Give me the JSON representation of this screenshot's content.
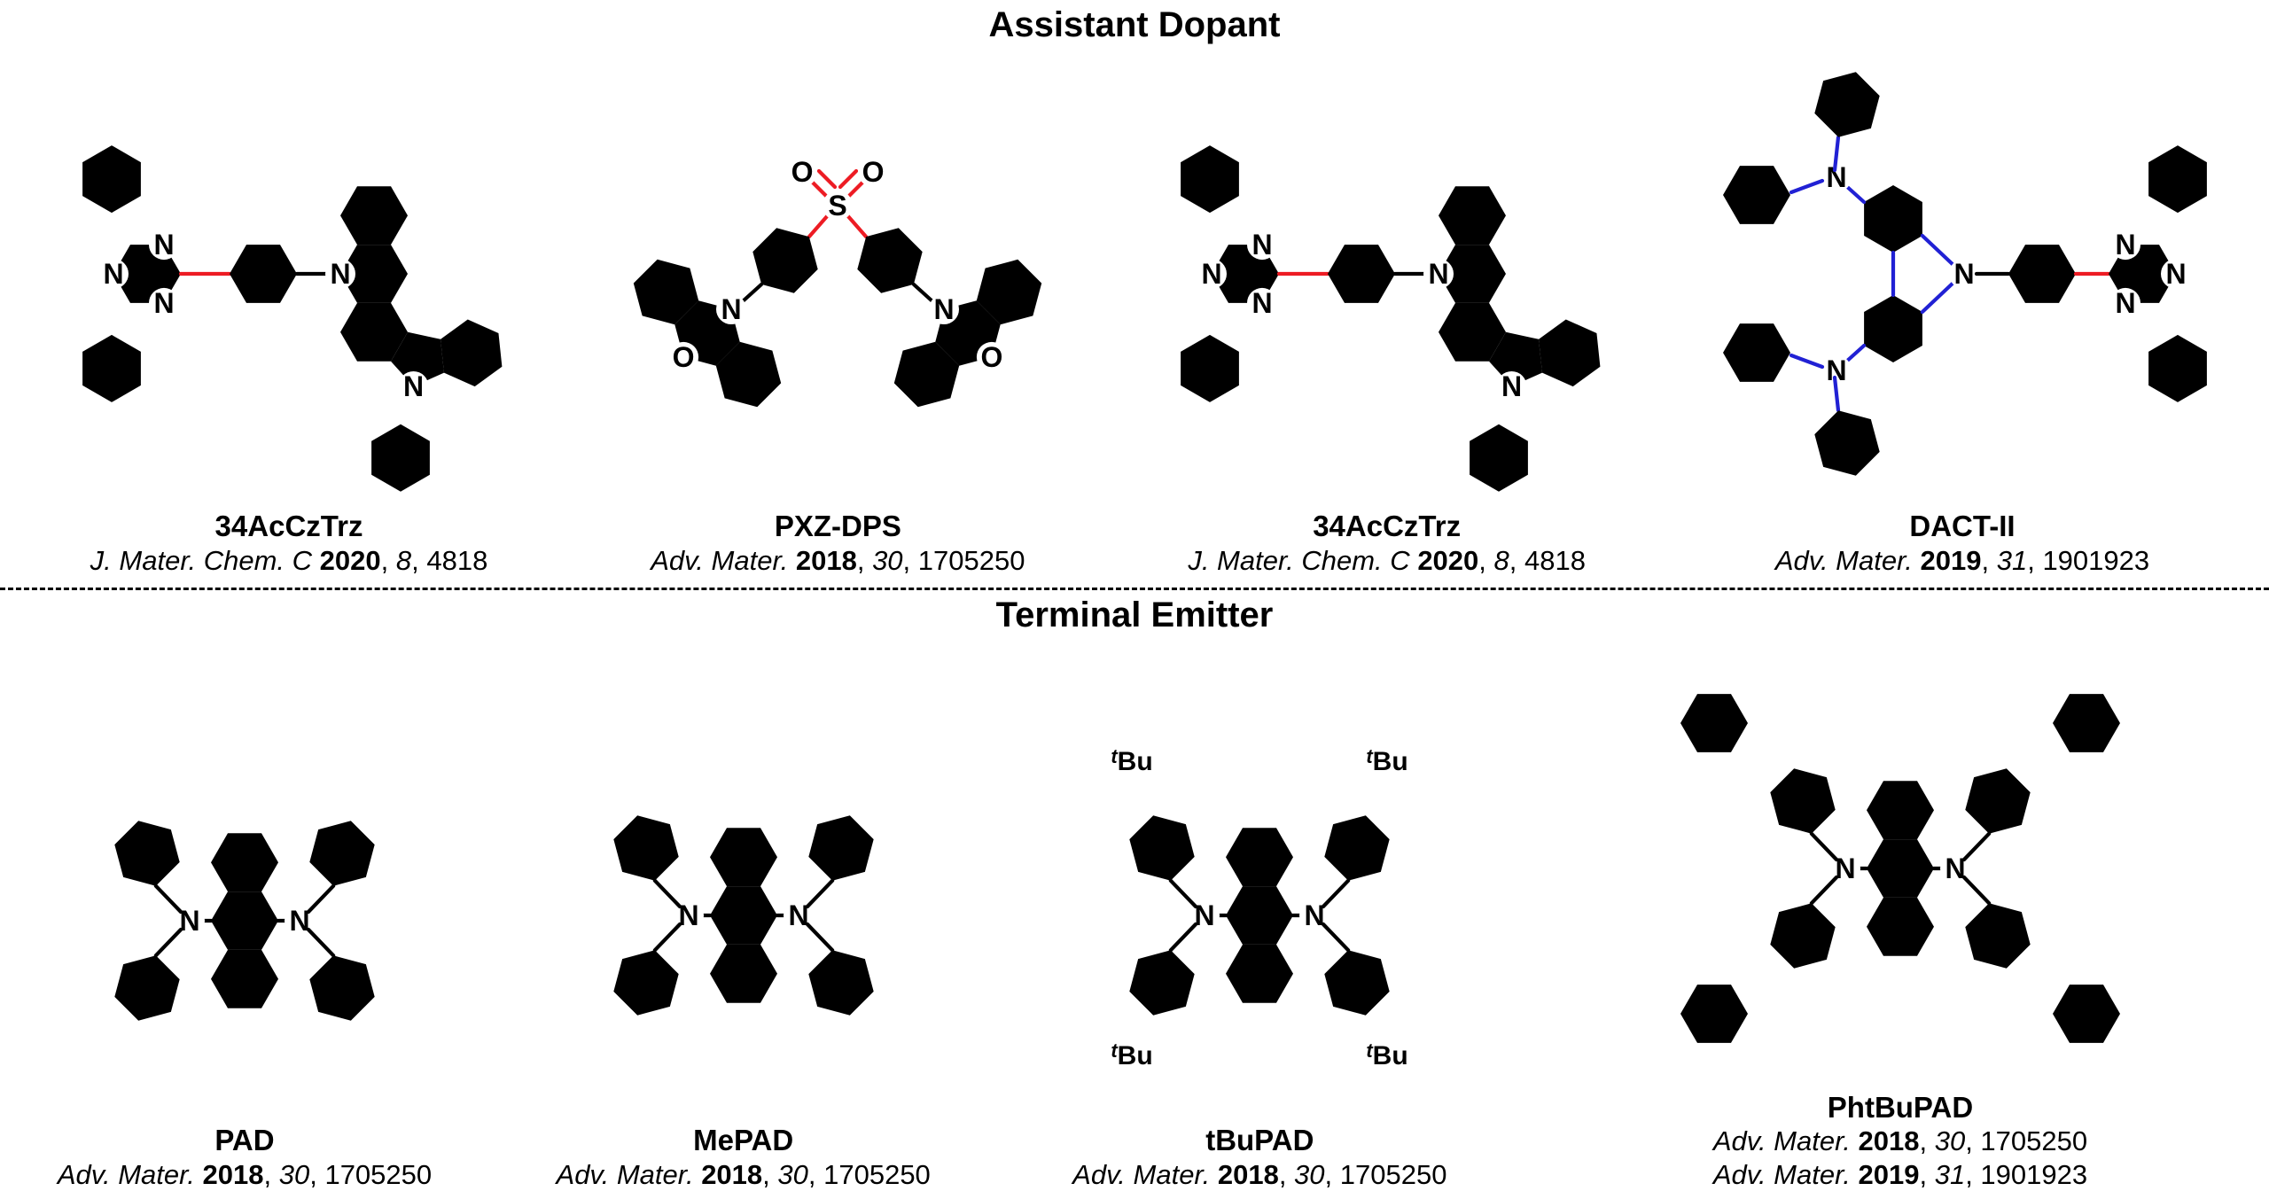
{
  "colors": {
    "acceptor_red": "#ed1c24",
    "donor_blue": "#2121d4",
    "neutral_black": "#000000",
    "background": "#ffffff"
  },
  "punct": {
    "sep": ", "
  },
  "atoms": {
    "nitrogen": "N",
    "oxygen": "O",
    "sulfur": "S",
    "tbutyl_prefix": "t",
    "tbutyl_base": "Bu"
  },
  "sections": [
    {
      "title": "Assistant Dopant",
      "molecules": [
        {
          "name": "34AcCzTrz",
          "citations": [
            {
              "journal": "J. Mater. Chem. C",
              "year": "2020",
              "volume": "8",
              "page": "4818"
            }
          ]
        },
        {
          "name": "PXZ-DPS",
          "citations": [
            {
              "journal": "Adv. Mater.",
              "year": "2018",
              "volume": "30",
              "page": "1705250"
            }
          ]
        },
        {
          "name": "34AcCzTrz",
          "citations": [
            {
              "journal": "J. Mater. Chem. C",
              "year": "2020",
              "volume": "8",
              "page": "4818"
            }
          ]
        },
        {
          "name": "DACT-II",
          "citations": [
            {
              "journal": "Adv. Mater.",
              "year": "2019",
              "volume": "31",
              "page": "1901923"
            }
          ]
        }
      ]
    },
    {
      "title": "Terminal Emitter",
      "molecules": [
        {
          "name": "PAD",
          "citations": [
            {
              "journal": "Adv. Mater.",
              "year": "2018",
              "volume": "30",
              "page": "1705250"
            }
          ]
        },
        {
          "name": "MePAD",
          "citations": [
            {
              "journal": "Adv. Mater.",
              "year": "2018",
              "volume": "30",
              "page": "1705250"
            }
          ]
        },
        {
          "name": "tBuPAD",
          "citations": [
            {
              "journal": "Adv. Mater.",
              "year": "2018",
              "volume": "30",
              "page": "1705250"
            }
          ]
        },
        {
          "name": "PhtBuPAD",
          "citations": [
            {
              "journal": "Adv. Mater.",
              "year": "2018",
              "volume": "30",
              "page": "1705250"
            },
            {
              "journal": "Adv. Mater.",
              "year": "2019",
              "volume": "31",
              "page": "1901923"
            }
          ]
        }
      ]
    }
  ]
}
